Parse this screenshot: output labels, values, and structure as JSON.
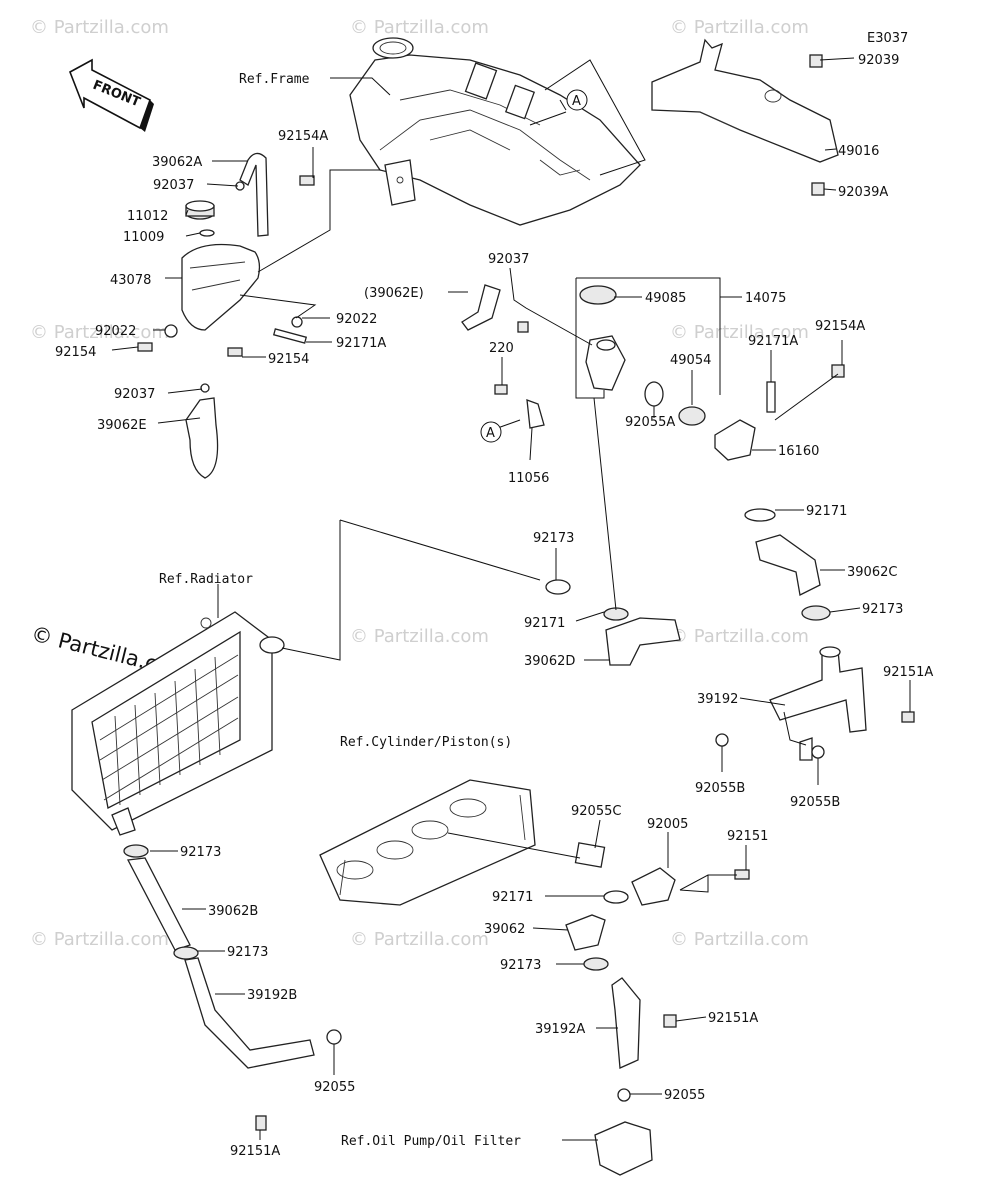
{
  "diagram_code": "E3037",
  "front_label": "FRONT",
  "watermark": "© Partzilla.com",
  "references": {
    "frame": "Ref.Frame",
    "radiator": "Ref.Radiator",
    "cylinder": "Ref.Cylinder/Piston(s)",
    "oil_pump": "Ref.Oil Pump/Oil Filter"
  },
  "callout_letter": "A",
  "part_labels": [
    "92039",
    "49016",
    "92039A",
    "92154A",
    "39062A",
    "92037",
    "11012",
    "11009",
    "43078",
    "92022",
    "92022",
    "92154",
    "92154",
    "92171A",
    "92037",
    "39062E",
    "(39062E)",
    "92037",
    "49085",
    "14075",
    "220",
    "92055A",
    "49054",
    "92171A",
    "92154A",
    "16160",
    "11056",
    "92171",
    "39062C",
    "92173",
    "92171",
    "39062D",
    "92173",
    "92151A",
    "39192",
    "92055B",
    "92055B",
    "92173",
    "39062B",
    "92173",
    "39192B",
    "92055",
    "92151A",
    "92055C",
    "92005",
    "92151",
    "92171",
    "39062",
    "92173",
    "39192A",
    "92151A",
    "92055"
  ]
}
